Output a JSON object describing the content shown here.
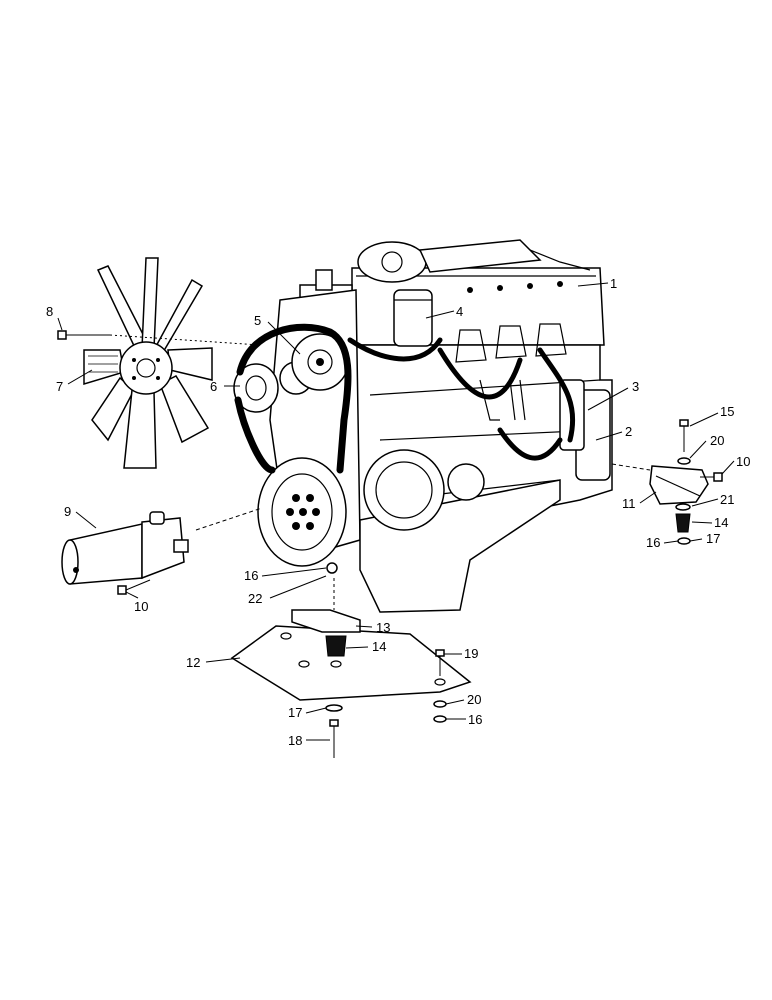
{
  "labels": {
    "l1": "1",
    "l2": "2",
    "l3": "3",
    "l4": "4",
    "l5": "5",
    "l6": "6",
    "l7": "7",
    "l8": "8",
    "l9": "9",
    "l10a": "10",
    "l10b": "10",
    "l11": "11",
    "l12": "12",
    "l13": "13",
    "l14a": "14",
    "l14b": "14",
    "l15": "15",
    "l16a": "16",
    "l16b": "16",
    "l16c": "16",
    "l17a": "17",
    "l17b": "17",
    "l18": "18",
    "l19": "19",
    "l20a": "20",
    "l20b": "20",
    "l21": "21",
    "l22": "22"
  }
}
